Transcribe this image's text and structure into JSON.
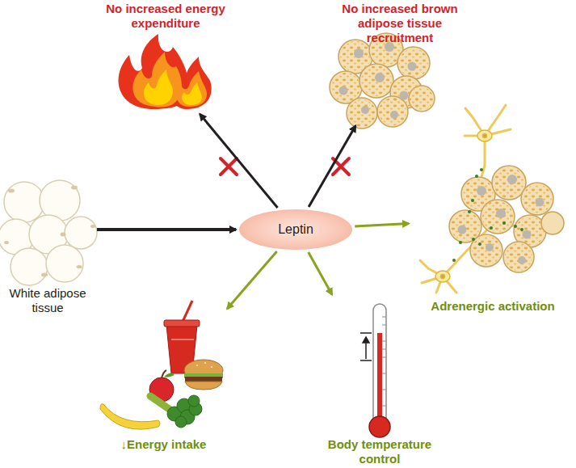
{
  "diagram": {
    "nodes": [
      {
        "text": [
          "White adipose tissue"
        ]
      },
      {
        "text": [
          "Leptin"
        ]
      },
      {
        "text": [
          "No increased energy expenditure"
        ]
      },
      {
        "text": [
          "No increased brown adipose tissue recruitment"
        ]
      },
      {
        "text": [
          "Adrenergic activation"
        ]
      },
      {
        "text": [
          "↓Energy intake"
        ]
      },
      {
        "text": [
          "Body temperature control"
        ]
      }
    ],
    "edges": [
      {
        "from": 0,
        "to": 1,
        "arrow": "to"
      },
      {
        "from": 1,
        "to": 2,
        "arrow": "to"
      },
      {
        "from": 1,
        "to": 3,
        "arrow": "to"
      },
      {
        "from": 1,
        "to": 4,
        "arrow": "to"
      },
      {
        "from": 1,
        "to": 5,
        "arrow": "to"
      },
      {
        "from": 1,
        "to": 6,
        "arrow": "to"
      }
    ]
  }
}
